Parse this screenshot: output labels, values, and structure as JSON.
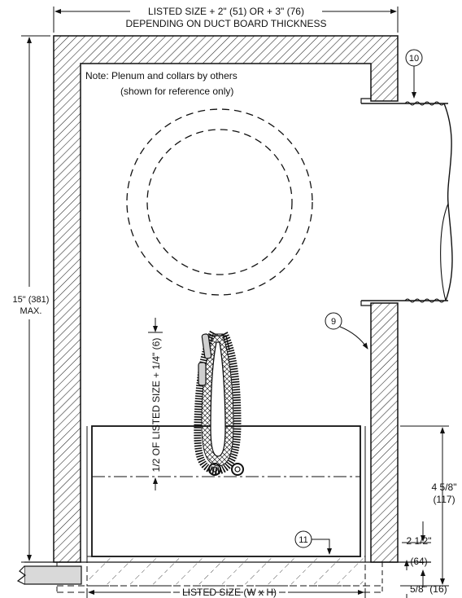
{
  "dims": {
    "top_line1": "LISTED SIZE + 2\" (51) OR + 3\" (76)",
    "top_line2": "DEPENDING ON DUCT BOARD THICKNESS",
    "left_line1": "15\" (381)",
    "left_line2": "MAX.",
    "vertical_center": "1/2 OF LISTED SIZE + 1/4\" (6)",
    "right_large_line1": "4 5/8\"",
    "right_large_line2": "(117)",
    "right_small_line1": "2 1/2\"",
    "right_small_line2": "(64)",
    "bottom_right": "5/8\" (16)",
    "bottom_center": "LISTED SIZE (W x H)"
  },
  "note": {
    "line1": "Note: Plenum and collars by others",
    "line2": "(shown for reference only)"
  },
  "callouts": {
    "c9": "9",
    "c10": "10",
    "c11": "11"
  },
  "colors": {
    "line": "#111111",
    "hatch": "#222222",
    "fill_gray": "#d9d9d9"
  }
}
